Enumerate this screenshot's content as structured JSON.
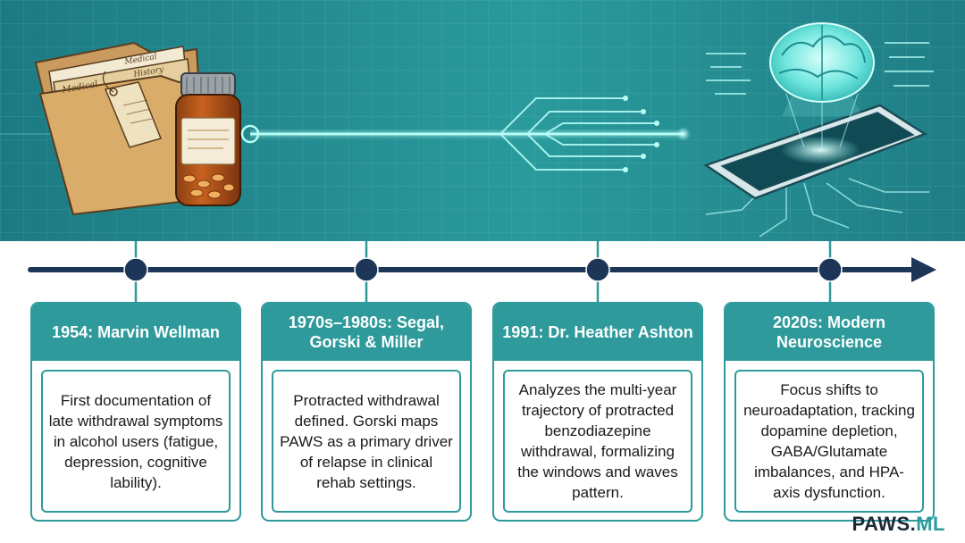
{
  "brand": {
    "name": "PAWS.",
    "accent": "ML"
  },
  "colors": {
    "teal": "#2e9a9b",
    "navy": "#1d3557",
    "banner": "#1f7a80",
    "glow": "#b8fff8"
  },
  "icons": [
    "medical-folder-icon",
    "pill-bottle-icon",
    "circuit-lines-icon",
    "tablet-icon",
    "hologram-brain-icon"
  ],
  "folder_labels": [
    "Medical",
    "Medical",
    "History"
  ],
  "milestones": [
    {
      "title": "1954: Marvin Wellman",
      "body": "First documentation of late withdrawal symptoms in alcohol users (fatigue, depression, cognitive lability)."
    },
    {
      "title": "1970s–1980s: Segal, Gorski & Miller",
      "body": "Protracted withdrawal defined. Gorski maps PAWS as a primary driver of relapse in clinical rehab settings."
    },
    {
      "title": "1991: Dr. Heather Ashton",
      "body": "Analyzes the multi-year trajectory of protracted benzodiazepine withdrawal, formalizing the windows and waves pattern."
    },
    {
      "title": "2020s: Modern Neuroscience",
      "body": "Focus shifts to neuroadaptation, tracking dopamine depletion, GABA/Glutamate imbalances, and HPA-axis dysfunction."
    }
  ]
}
